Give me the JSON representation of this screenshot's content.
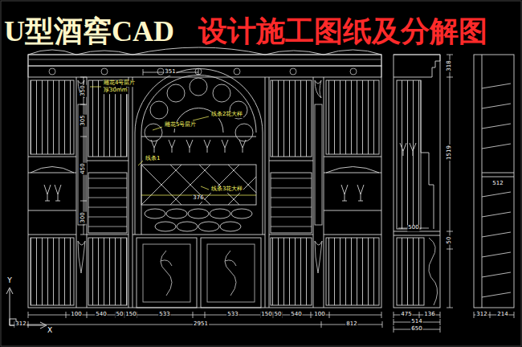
{
  "diagram": {
    "title": "U型酒窖CAD",
    "labels": [
      "设计施工图纸及分解图",
      "351",
      "雕花4号层片",
      "厚30mm",
      "雕花5号层片",
      "线条2花大样",
      "线条1",
      "线条3花大样",
      "376",
      "350",
      "305",
      "450",
      "300",
      "100",
      "540",
      "50",
      "150",
      "533",
      "533",
      "150",
      "50",
      "540",
      "100",
      "312",
      "2951",
      "812",
      "500",
      "475",
      "136",
      "514",
      "650",
      "1519",
      "318",
      "512",
      "50",
      "214",
      "312",
      "Y",
      "X"
    ]
  }
}
